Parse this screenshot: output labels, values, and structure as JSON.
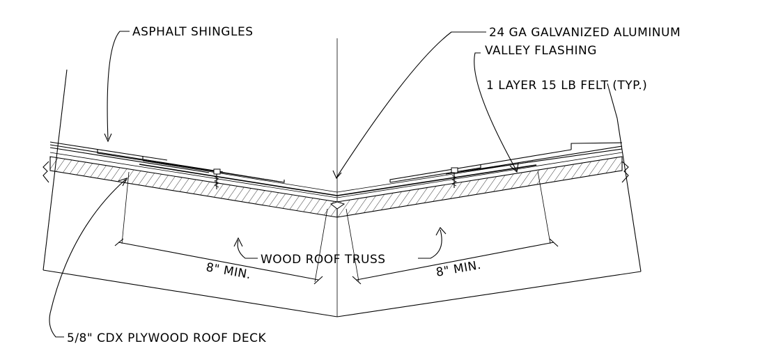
{
  "labels": {
    "shingles": "ASPHALT SHINGLES",
    "flashing_line1": "24 GA  GALVANIZED ALUMINUM",
    "flashing_line2": "VALLEY FLASHING",
    "felt": "1 LAYER 15 LB FELT (TYP.)",
    "truss": "WOOD ROOF TRUSS",
    "dim_left": "8\" MIN.",
    "dim_right": "8\" MIN.",
    "deck": "5/8\" CDX PLYWOOD ROOF DECK"
  }
}
